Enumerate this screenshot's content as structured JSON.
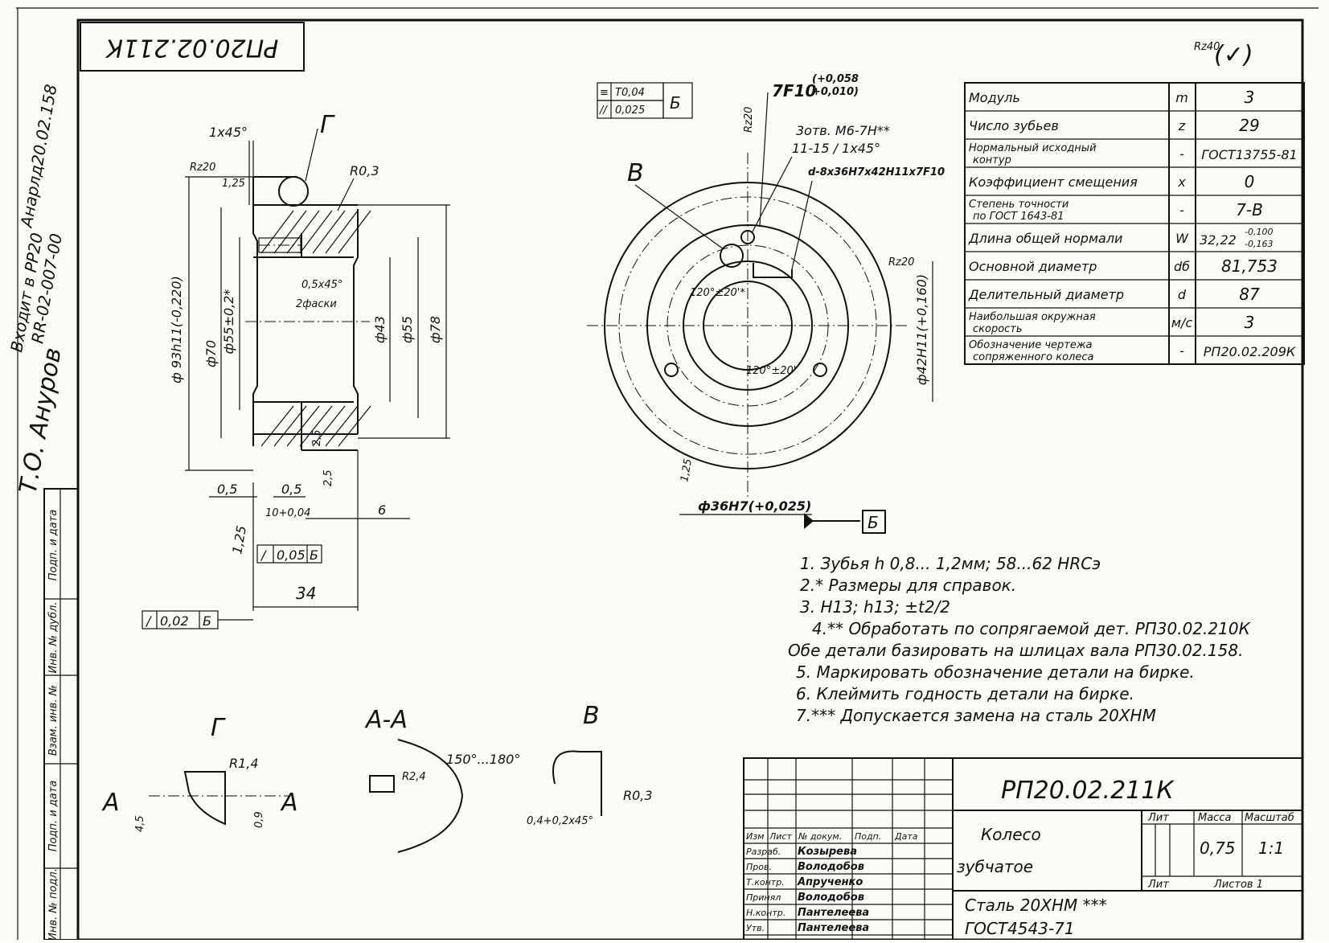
{
  "title_stamp": "РП20.02.211К",
  "roughness_general": "Rz40",
  "roughness_mark": "(✓)",
  "side_notes": {
    "primary_use": "Входит в РР20",
    "assembly_ref": "Анарлд20.02.158",
    "drawing_ref": "RR-02-007-00",
    "signature": "Т.О. Ануров"
  },
  "margin_labels": [
    "Подп. и дата",
    "Инв. № дубл.",
    "Взам. инв. №",
    "Подп. и дата",
    "Инв. № подл."
  ],
  "params": [
    {
      "name": "Модуль",
      "sym": "m",
      "value": "3"
    },
    {
      "name": "Число зубьев",
      "sym": "z",
      "value": "29"
    },
    {
      "name": "Нормальный исходный",
      "name2": "контур",
      "sym": "-",
      "value": "ГОСТ13755-81"
    },
    {
      "name": "Коэффициент смещения",
      "sym": "x",
      "value": "0"
    },
    {
      "name": "Степень точности",
      "name2": "по ГОСТ 1643-81",
      "sym": "-",
      "value": "7-В"
    },
    {
      "name": "Длина общей нормали",
      "sym": "W",
      "value": "32,22",
      "tol_upper": "-0,100",
      "tol_lower": "-0,163"
    },
    {
      "name": "Основной диаметр",
      "sym": "dб",
      "value": "81,753"
    },
    {
      "name": "Делительный диаметр",
      "sym": "d",
      "value": "87"
    },
    {
      "name": "Наибольшая окружная",
      "name2": "скорость",
      "sym": "м/с",
      "value": "3"
    },
    {
      "name": "Обозначение чертежа",
      "name2": "сопряженного колеса",
      "sym": "-",
      "value": "РП20.02.209К"
    }
  ],
  "section_view": {
    "chamfer_top": "1x45°",
    "rough_top": "Rz20",
    "rough_125": "1,25",
    "detail_letter": "Г",
    "radius": "R0,3",
    "d_outer": "ф 93h11(-0,220)",
    "d70": "ф70",
    "d55_ref": "ф55±0,2*",
    "chamfer_inner": "0,5x45°",
    "chamfer_inner2": "2фаски",
    "d43": "ф43",
    "d55": "ф55",
    "d78": "ф78",
    "rough_25a": "2,5",
    "rough_25b": "2,5",
    "dim_05a": "0,5",
    "dim_05b": "0,5",
    "dim_10": "10+0,04",
    "dim_6": "6",
    "rough_125b": "1,25",
    "runout_frame": [
      "/",
      "0,05",
      "Б"
    ],
    "dim_34": "34",
    "runout_frame2": [
      "/",
      "0,02",
      "Б"
    ]
  },
  "front_view": {
    "frame_a": [
      "≡",
      "Т0,04",
      "Б"
    ],
    "frame_b": [
      "//",
      "0,025"
    ],
    "spline_tol": "7F10",
    "spline_tol_upper": "(+0,058",
    "spline_tol_lower": "+0,010)",
    "rough_r20": "Rz20",
    "holes_note": "3отв. М6-7Н**",
    "holes_note2": "11-15 / 1x45°",
    "spline_code": "d-8x36H7x42H11x7F10",
    "label_b": "В",
    "rough_rz20": "Rz20",
    "angle1": "120°±20'*",
    "angle2": "120°±20'",
    "d42": "ф42Н11(+0,160)",
    "rough_125": "1,25",
    "d36": "ф36Н7(+0,025)",
    "datum": "Б"
  },
  "notes": [
    "1. Зубья h 0,8... 1,2мм; 58...62 HRCэ",
    "2.* Размеры для справок.",
    "3. Н13; h13; ±t2/2",
    "4.** Обработать по сопрягаемой дет. РП30.02.210К",
    "Обе детали базировать на шлицах вала РП30.02.158.",
    "5. Маркировать обозначение детали на бирке.",
    "6. Клеймить годность детали на бирке.",
    "7.*** Допускается замена на сталь 20ХНМ"
  ],
  "details": {
    "g_title": "Г",
    "g_radius": "R1,4",
    "g_a": "А",
    "g_45": "4,5",
    "g_09": "0,9",
    "aa_title": "А-А",
    "aa_radius": "R2,4",
    "aa_angle": "150°...180°",
    "v_title": "В",
    "v_radius": "R0,3",
    "v_chamfer": "0,4+0,2x45°"
  },
  "title_block": {
    "code": "РП20.02.211К",
    "name1": "Колесо",
    "name2": "зубчатое",
    "material1": "Сталь 20ХНМ ***",
    "material2": "ГОСТ4543-71",
    "col_lit": "Лит",
    "col_mass": "Масса",
    "col_scale": "Масштаб",
    "mass": "0,75",
    "scale": "1:1",
    "sheet": "Лит",
    "sheets": "Листов 1",
    "head": [
      "Изм",
      "Лист",
      "№ докум.",
      "Подп.",
      "Дата"
    ],
    "rows": [
      {
        "role": "Разраб.",
        "name": "Козырева"
      },
      {
        "role": "Пров.",
        "name": "Володобов"
      },
      {
        "role": "Т.контр.",
        "name": "Апрученко"
      },
      {
        "role": "Принял",
        "name": "Володобов"
      },
      {
        "role": "Н.контр.",
        "name": "Пантелеева"
      },
      {
        "role": "Утв.",
        "name": "Пантелеева"
      }
    ]
  }
}
